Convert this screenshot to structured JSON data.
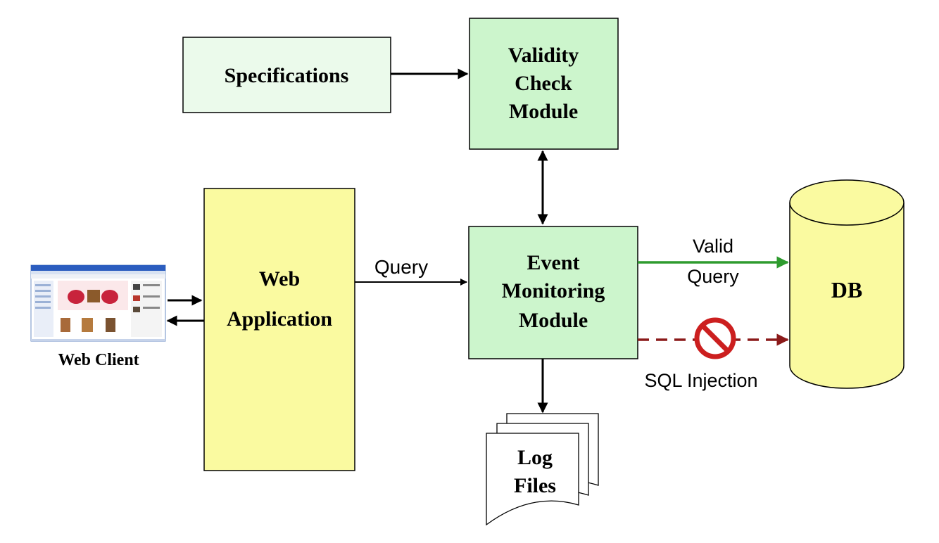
{
  "nodes": {
    "specifications": {
      "label": "Specifications"
    },
    "validity_check": {
      "lines": [
        "Validity",
        "Check",
        "Module"
      ]
    },
    "web_application": {
      "lines": [
        "Web",
        "Application"
      ]
    },
    "event_monitoring": {
      "lines": [
        "Event",
        "Monitoring",
        "Module"
      ]
    },
    "db": {
      "label": "DB"
    },
    "log_files": {
      "lines": [
        "Log",
        "Files"
      ]
    },
    "web_client": {
      "label": "Web Client"
    }
  },
  "edges": {
    "query": {
      "label": "Query"
    },
    "valid_query": {
      "lines": [
        "Valid",
        "Query"
      ]
    },
    "sql_injection": {
      "label": "SQL Injection"
    }
  },
  "colors": {
    "green_box": "#ccf5cc",
    "light_green_box": "#ebfaeb",
    "yellow_box": "#fafaa0",
    "valid_arrow": "#2e9b2e",
    "injection_arrow": "#8b1a1a",
    "block_icon": "#cc1f1f"
  },
  "icons": [
    "web-client-screenshot-icon",
    "no-entry-icon"
  ]
}
